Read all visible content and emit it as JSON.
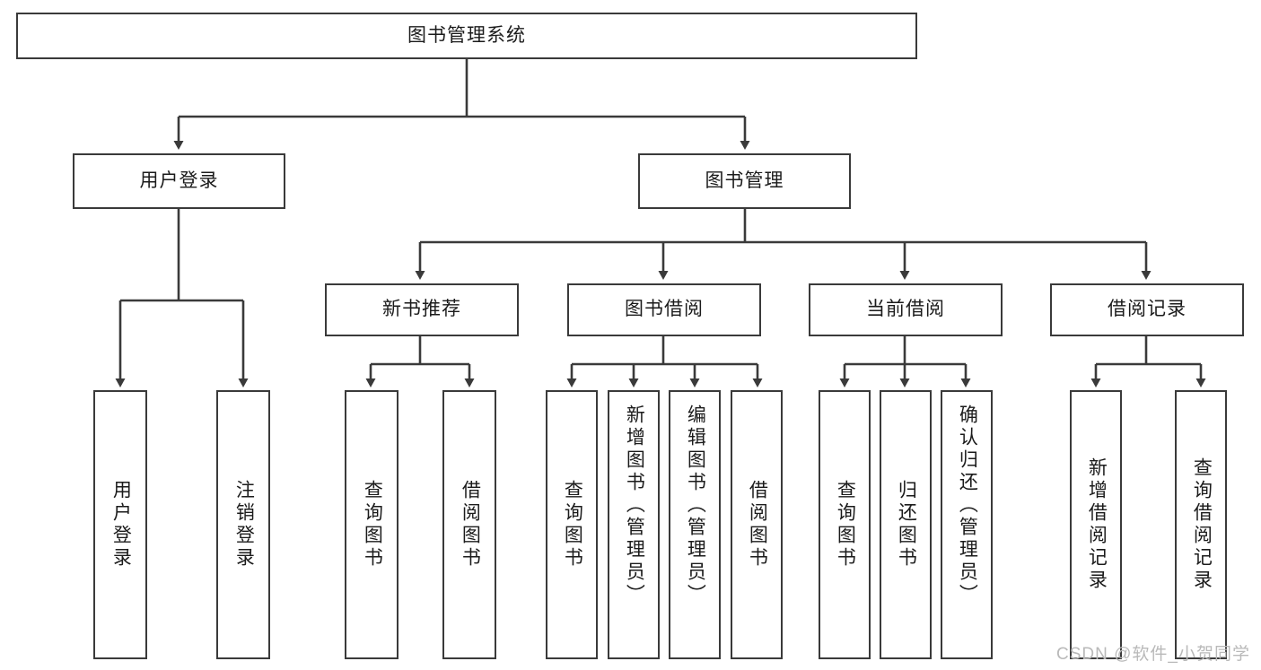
{
  "diagram": {
    "title": "图书管理系统",
    "type": "tree-hierarchy-flowchart",
    "stroke_color": "#3a3a3a",
    "fill_color": "#ffffff",
    "text_color": "#1b1b1b",
    "root": {
      "label": "图书管理系统"
    },
    "level2": [
      {
        "label": "用户登录"
      },
      {
        "label": "图书管理"
      }
    ],
    "level3": [
      {
        "label": "新书推荐"
      },
      {
        "label": "图书借阅"
      },
      {
        "label": "当前借阅"
      },
      {
        "label": "借阅记录"
      }
    ],
    "leaves": {
      "user_login": [
        {
          "label": "用户登录"
        },
        {
          "label": "注销登录"
        }
      ],
      "new_book_recommend": [
        {
          "label": "查询图书"
        },
        {
          "label": "借阅图书"
        }
      ],
      "book_borrow": [
        {
          "label": "查询图书"
        },
        {
          "label": "新增图书（管理员）"
        },
        {
          "label": "编辑图书（管理员）"
        },
        {
          "label": "借阅图书"
        }
      ],
      "current_borrow": [
        {
          "label": "查询图书"
        },
        {
          "label": "归还图书"
        },
        {
          "label": "确认归还（管理员）"
        }
      ],
      "borrow_records": [
        {
          "label": "新增借阅记录"
        },
        {
          "label": "查询借阅记录"
        }
      ]
    }
  },
  "watermark": {
    "text": "CSDN @软件_小贺同学"
  }
}
